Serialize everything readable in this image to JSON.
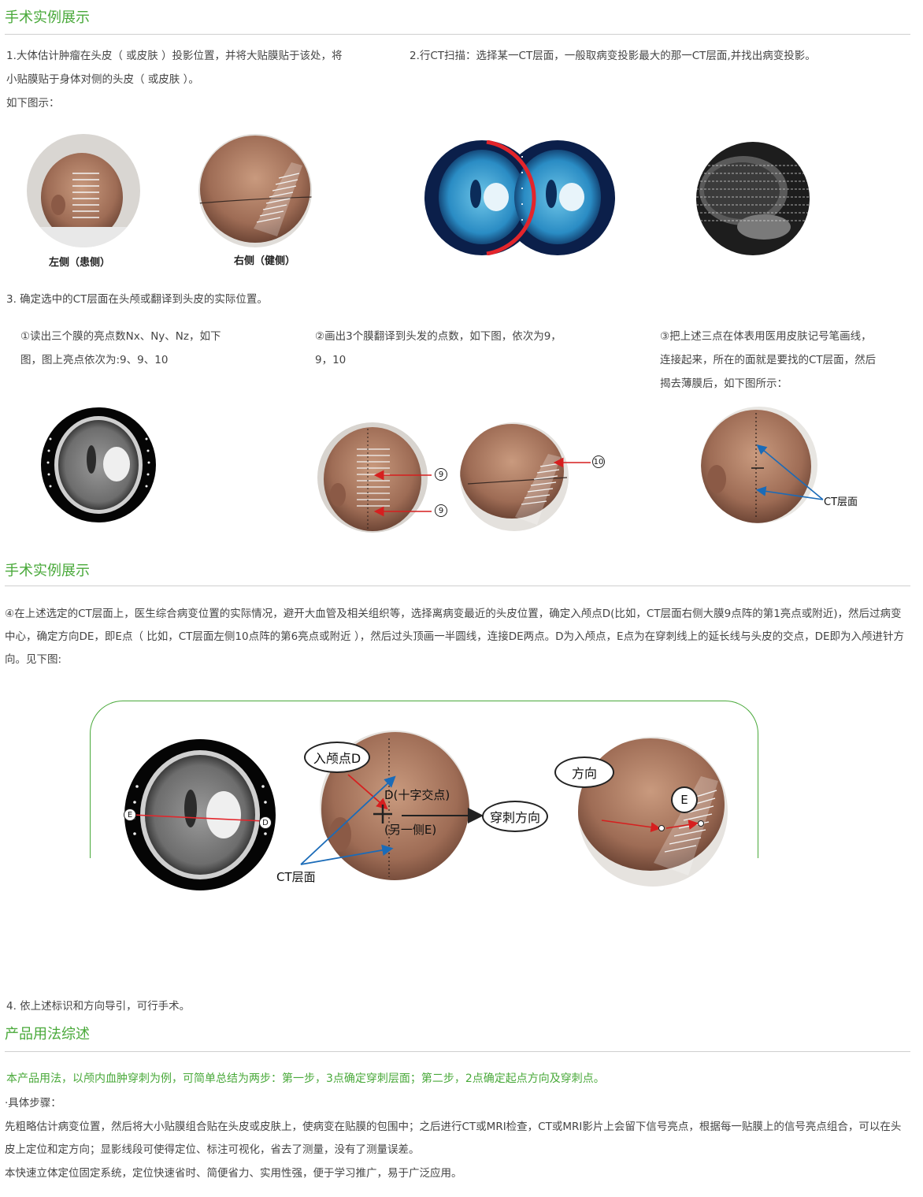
{
  "section1": {
    "title": "手术实例展示",
    "step1_line1": "1.大体估计肿瘤在头皮（ 或皮肤 ）投影位置，并将大贴膜贴于该处，将",
    "step1_line2": "小贴膜贴于身体对侧的头皮（ 或皮肤 ）。",
    "step1_line3": "如下图示：",
    "step2": "2.行CT扫描：选择某一CT层面，一般取病变投影最大的那一CT层面,并找出病变投影。",
    "caption_left": "左侧（患侧）",
    "caption_right": "右侧（健侧）",
    "step3": "3. 确定选中的CT层面在头颅或翻译到头皮的实际位置。",
    "sub1_line1": "①读出三个膜的亮点数Nx、Ny、Nz，如下",
    "sub1_line2": "图，图上亮点依次为:9、9、10",
    "sub2_line1": "②画出3个膜翻译到头发的点数，如下图，依次为9，",
    "sub2_line2": "9，10",
    "sub3_line1": "③把上述三点在体表用医用皮肤记号笔画线，",
    "sub3_line2": "连接起来，所在的面就是要找的CT层面，然后",
    "sub3_line3": "揭去薄膜后，如下图所示：",
    "mark_9a": "9",
    "mark_9b": "9",
    "mark_10": "10",
    "ct_label_1": "CT层面"
  },
  "section2": {
    "title": "手术实例展示",
    "para": "④在上述选定的CT层面上，医生综合病变位置的实际情况，避开大血管及相关组织等，选择离病变最近的头皮位置，确定入颅点D(比如，CT层面右侧大膜9点阵的第1亮点或附近)，然后过病变中心，确定方向DE，即E点（ 比如，CT层面左侧10点阵的第6亮点或附近 ），然后过头顶画一半圆线，连接DE两点。D为入颅点，E点为在穿刺线上的延长线与头皮的交点，DE即为入颅进针方向。见下图:",
    "label_E": "E",
    "label_D": "D",
    "bubble_entry": "入颅点D",
    "cross_label_1": "D(十字交点)",
    "cross_label_2": "(另一侧E)",
    "bubble_puncture": "穿刺方向",
    "ct_label_2": "CT层面",
    "bubble_direction": "方向",
    "bubble_E": "E",
    "step4": "4. 依上述标识和方向导引，可行手术。"
  },
  "section3": {
    "title": "产品用法综述",
    "summary": "本产品用法，以颅内血肿穿刺为例，可简单总结为两步：第一步，3点确定穿刺层面；第二步，2点确定起点方向及穿刺点。",
    "steps_heading": "·具体步骤：",
    "detail_1": "先粗略估计病变位置，然后将大小贴膜组合贴在头皮或皮肤上，使病变在贴膜的包围中；之后进行CT或MRI检查，CT或MRI影片上会留下信号亮点，根据每一贴膜上的信号亮点组合，可以在头皮上定位和定方向；显影线段可使得定位、标注可视化，省去了测量，没有了测量误差。",
    "detail_2": "本快速立体定位固定系统，定位快速省时、简便省力、实用性强，便于学习推广，易于广泛应用。"
  },
  "colors": {
    "accent": "#49a93a",
    "arrow_red": "#d61f1f",
    "arrow_blue": "#1a6bb8"
  }
}
